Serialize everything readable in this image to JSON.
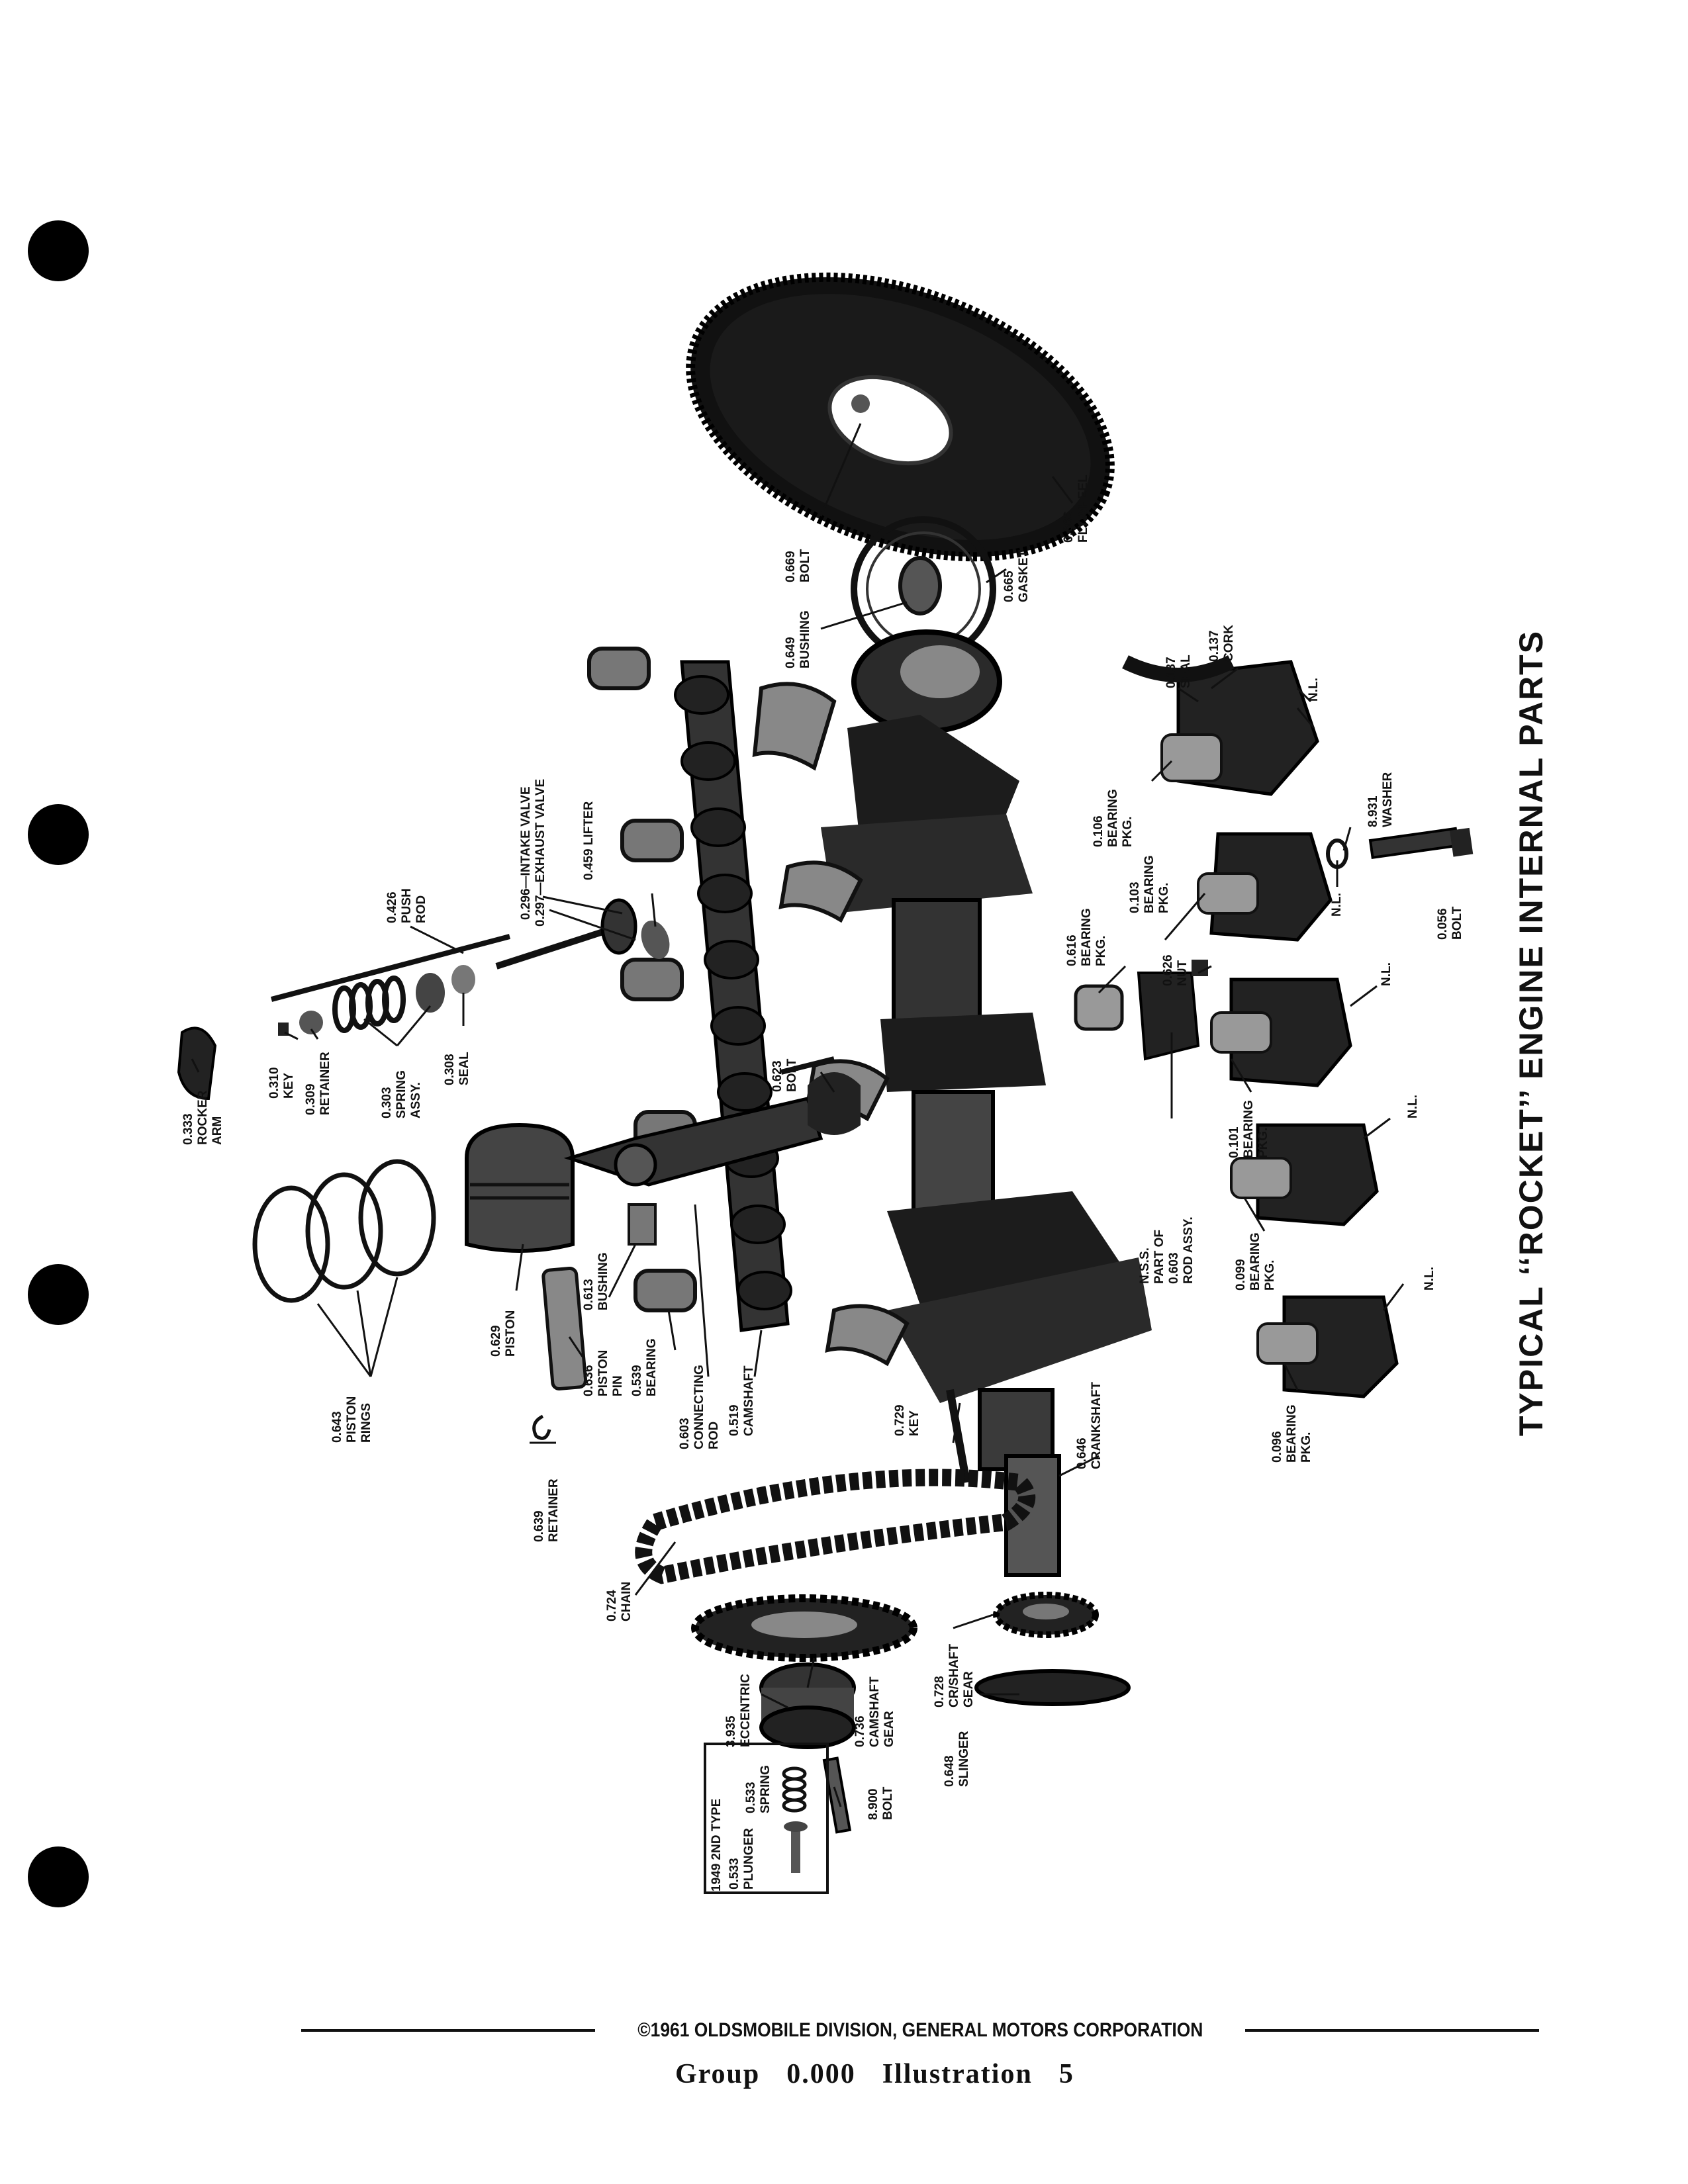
{
  "title": "TYPICAL ‘‘ROCKET’’ ENGINE INTERNAL PARTS",
  "copyright": "©1961 OLDSMOBILE DIVISION, GENERAL MOTORS CORPORATION",
  "footer": {
    "group_label": "Group",
    "group_value": "0.000",
    "illustration_label": "Illustration",
    "illustration_value": "5"
  },
  "callouts": {
    "flywheel": [
      "0.666",
      "FLYWHEEL"
    ],
    "gasket": [
      "0.665",
      "GASKET"
    ],
    "flywheel_bolt": [
      "0.669",
      "BOLT"
    ],
    "bushing_649": [
      "0.649",
      "BUSHING"
    ],
    "seal_137": [
      "0.137",
      "SEAL"
    ],
    "cork_137": [
      "0.137",
      "CORK"
    ],
    "bearing_106": [
      "0.106",
      "BEARING",
      "PKG."
    ],
    "washer_931": [
      "8.931",
      "WASHER"
    ],
    "bolt_056": [
      "0.056",
      "BOLT"
    ],
    "bearing_103": [
      "0.103",
      "BEARING",
      "PKG."
    ],
    "bearing_616": [
      "0.616",
      "BEARING",
      "PKG."
    ],
    "nut_626": [
      "0.626",
      "NUT"
    ],
    "bearing_101": [
      "0.101",
      "BEARING",
      "PKG."
    ],
    "nss": [
      "N.S.S.",
      "PART OF",
      "0.603",
      "ROD ASSY."
    ],
    "bearing_099": [
      "0.099",
      "BEARING",
      "PKG."
    ],
    "bearing_096": [
      "0.096",
      "BEARING",
      "PKG."
    ],
    "nl": [
      "N.L."
    ],
    "intake_valve": [
      "0.296—INTAKE VALVE"
    ],
    "exhaust_valve": [
      "0.297—EXHAUST VALVE"
    ],
    "lifter": [
      "0.459 LIFTER"
    ],
    "push_rod": [
      "0.426",
      "PUSH",
      "ROD"
    ],
    "rocker_arm": [
      "0.333",
      "ROCKER",
      "ARM"
    ],
    "key_310": [
      "0.310",
      "KEY"
    ],
    "retainer_309": [
      "0.309",
      "RETAINER"
    ],
    "spring_303": [
      "0.303",
      "SPRING",
      "ASSY."
    ],
    "seal_308": [
      "0.308",
      "SEAL"
    ],
    "bolt_623": [
      "0.623",
      "BOLT"
    ],
    "piston": [
      "0.629",
      "PISTON"
    ],
    "bushing_613": [
      "0.613",
      "BUSHING"
    ],
    "piston_pin": [
      "0.636",
      "PISTON",
      "PIN"
    ],
    "bearing_539": [
      "0.539",
      "BEARING"
    ],
    "connecting_rod": [
      "0.603",
      "CONNECTING",
      "ROD"
    ],
    "camshaft": [
      "0.519",
      "CAMSHAFT"
    ],
    "piston_rings": [
      "0.643",
      "PISTON",
      "RINGS"
    ],
    "retainer_639": [
      "0.639",
      "RETAINER"
    ],
    "key_729": [
      "0.729",
      "KEY"
    ],
    "crankshaft": [
      "0.646",
      "CRANKSHAFT"
    ],
    "chain": [
      "0.724",
      "CHAIN"
    ],
    "eccentric": [
      "3.935",
      "ECCENTRIC"
    ],
    "camshaft_gear": [
      "0.736",
      "CAMSHAFT",
      "GEAR"
    ],
    "crshaft_gear": [
      "0.728",
      "CR/SHAFT",
      "GEAR"
    ],
    "slinger": [
      "0.648",
      "SLINGER"
    ],
    "bolt_900": [
      "8.900",
      "BOLT"
    ],
    "type_box": [
      "1949 2ND TYPE"
    ],
    "spring_533": [
      "0.533",
      "SPRING"
    ],
    "plunger_533": [
      "0.533",
      "PLUNGER"
    ]
  }
}
